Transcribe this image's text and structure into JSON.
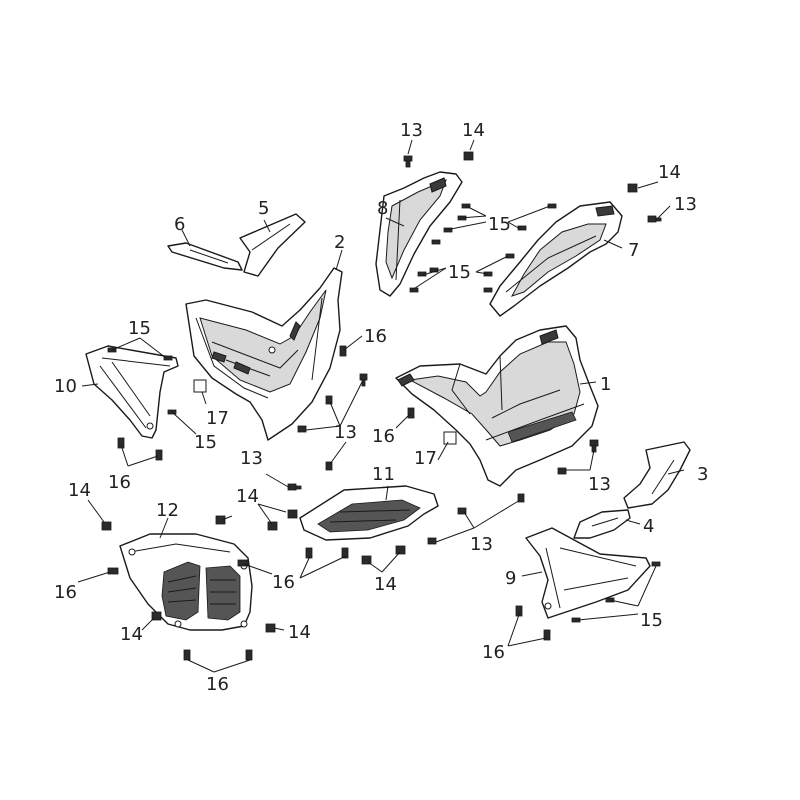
{
  "callouts": {
    "c1": "1",
    "c2": "2",
    "c3": "3",
    "c4": "4",
    "c5": "5",
    "c6": "6",
    "c7": "7",
    "c8": "8",
    "c9": "9",
    "c10": "10",
    "c11": "11",
    "c12": "12",
    "c13a": "13",
    "c13b": "13",
    "c13c": "13",
    "c13d": "13",
    "c13e": "13",
    "c13f": "13",
    "c14a": "14",
    "c14b": "14",
    "c14c": "14",
    "c14d": "14",
    "c14e": "14",
    "c14f": "14",
    "c15a": "15",
    "c15b": "15",
    "c15c": "15",
    "c15d": "15",
    "c15e": "15",
    "c16a": "16",
    "c16b": "16",
    "c16c": "16",
    "c16d": "16",
    "c16e": "16",
    "c16f": "16",
    "c16g": "16",
    "c17a": "17",
    "c17b": "17"
  },
  "colors": {
    "line": "#1a1a1a",
    "fill": "#ffffff",
    "shade": "#d9d9d9"
  }
}
